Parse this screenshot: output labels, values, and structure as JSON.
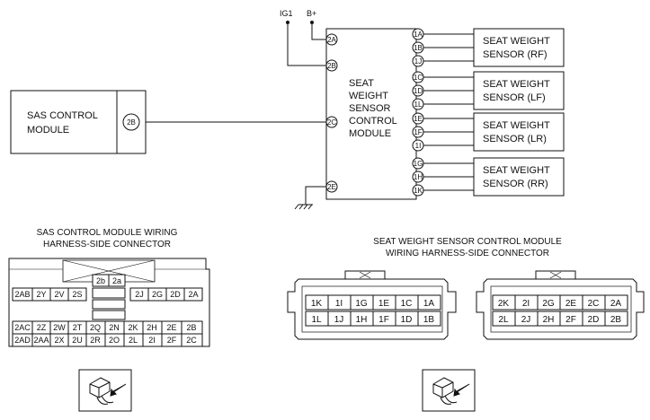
{
  "schematic": {
    "power_labels": {
      "ig1": "IG1",
      "bplus": "B+"
    },
    "sas_module": {
      "line1": "SAS CONTROL",
      "line2": "MODULE",
      "pin": "2B"
    },
    "control_module": {
      "line1": "SEAT",
      "line2": "WEIGHT",
      "line3": "SENSOR",
      "line4": "CONTROL",
      "line5": "MODULE",
      "left_pins": [
        "2A",
        "2B",
        "2C",
        "2E"
      ],
      "right_pins": [
        "1A",
        "1B",
        "1J",
        "1C",
        "1D",
        "1L",
        "1E",
        "1F",
        "1I",
        "1G",
        "1H",
        "1K"
      ]
    },
    "sensors": [
      {
        "line1": "SEAT WEIGHT",
        "line2": "SENSOR (RF)"
      },
      {
        "line1": "SEAT WEIGHT",
        "line2": "SENSOR (LF)"
      },
      {
        "line1": "SEAT WEIGHT",
        "line2": "SENSOR (LR)"
      },
      {
        "line1": "SEAT WEIGHT",
        "line2": "SENSOR (RR)"
      }
    ]
  },
  "sas_connector": {
    "title_line1": "SAS CONTROL MODULE WIRING",
    "title_line2": "HARNESS-SIDE CONNECTOR",
    "top_pins": [
      "2b",
      "2a"
    ],
    "row1_left": [
      "2AB",
      "2Y",
      "2V",
      "2S"
    ],
    "row1_right": [
      "2J",
      "2G",
      "2D",
      "2A"
    ],
    "row2": [
      "2AC",
      "2Z",
      "2W",
      "2T",
      "2Q",
      "2N",
      "2K",
      "2H",
      "2E",
      "2B"
    ],
    "row3": [
      "2AD",
      "2AA",
      "2X",
      "2U",
      "2R",
      "2O",
      "2L",
      "2I",
      "2F",
      "2C"
    ]
  },
  "sws_connector": {
    "title_line1": "SEAT WEIGHT SENSOR  CONTROL MODULE",
    "title_line2": "WIRING HARNESS-SIDE CONNECTOR",
    "conn1_row1": [
      "1K",
      "1I",
      "1G",
      "1E",
      "1C",
      "1A"
    ],
    "conn1_row2": [
      "1L",
      "1J",
      "1H",
      "1F",
      "1D",
      "1B"
    ],
    "conn2_row1": [
      "2K",
      "2I",
      "2G",
      "2E",
      "2C",
      "2A"
    ],
    "conn2_row2": [
      "2L",
      "2J",
      "2H",
      "2F",
      "2D",
      "2B"
    ]
  }
}
